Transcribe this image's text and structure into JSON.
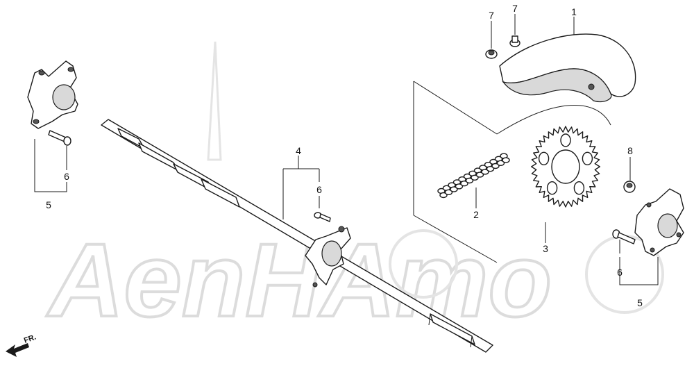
{
  "diagram": {
    "watermark": "AenHAmo",
    "direction_label": "FR.",
    "callouts": [
      {
        "id": "c1a",
        "label": "1"
      },
      {
        "id": "c2",
        "label": "2"
      },
      {
        "id": "c3",
        "label": "3"
      },
      {
        "id": "c4",
        "label": "4"
      },
      {
        "id": "c5l",
        "label": "5"
      },
      {
        "id": "c5r",
        "label": "5"
      },
      {
        "id": "c6l",
        "label": "6"
      },
      {
        "id": "c6m",
        "label": "6"
      },
      {
        "id": "c6r",
        "label": "6"
      },
      {
        "id": "c7a",
        "label": "7"
      },
      {
        "id": "c7b",
        "label": "7"
      },
      {
        "id": "c8",
        "label": "8"
      }
    ]
  },
  "colors": {
    "ink": "#1a1a1a",
    "watermark": "#dcdcdc",
    "background": "#ffffff"
  }
}
